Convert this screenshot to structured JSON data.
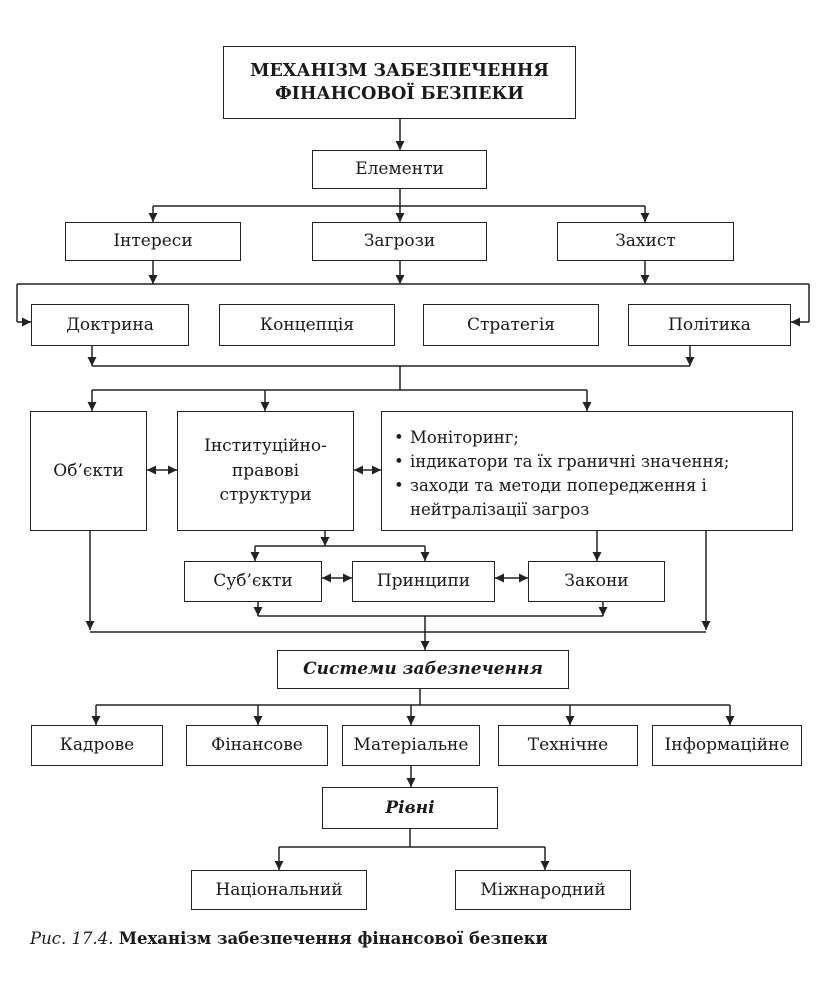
{
  "title": "МЕХАНІЗМ ЗАБЕЗПЕЧЕННЯ ФІНАНСОВОЇ БЕЗПЕКИ",
  "elements": "Елементи",
  "level1": [
    "Інтереси",
    "Загрози",
    "Захист"
  ],
  "level2": [
    "Доктрина",
    "Концепція",
    "Стратегія",
    "Політика"
  ],
  "objects": "Об’єкти",
  "institutional": "Інституційно-правові структури",
  "monitoring": [
    "Моніторинг;",
    "індикатори та їх граничні значення;",
    "заходи та методи попередження і нейтралізації загроз"
  ],
  "level3": [
    "Суб’єкти",
    "Принципи",
    "Закони"
  ],
  "systems": "Системи забезпечення",
  "support": [
    "Кадрове",
    "Фінансове",
    "Матеріальне",
    "Технічне",
    "Інформаційне"
  ],
  "levels": "Рівні",
  "levels_list": [
    "Національний",
    "Міжнародний"
  ],
  "caption_prefix": "Рис. 17.4.",
  "caption_text": "Механізм забезпечення фінансової безпеки",
  "colors": {
    "line": "#222222",
    "background": "#ffffff"
  }
}
